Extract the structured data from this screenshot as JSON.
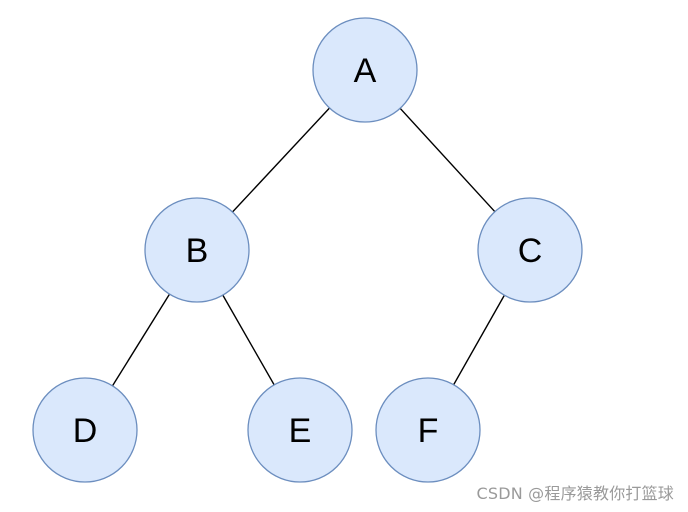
{
  "tree": {
    "nodes": [
      {
        "id": "A",
        "label": "A"
      },
      {
        "id": "B",
        "label": "B"
      },
      {
        "id": "C",
        "label": "C"
      },
      {
        "id": "D",
        "label": "D"
      },
      {
        "id": "E",
        "label": "E"
      },
      {
        "id": "F",
        "label": "F"
      }
    ],
    "edges": [
      {
        "from": "A",
        "to": "B"
      },
      {
        "from": "A",
        "to": "C"
      },
      {
        "from": "B",
        "to": "D"
      },
      {
        "from": "B",
        "to": "E"
      },
      {
        "from": "C",
        "to": "F"
      }
    ]
  },
  "colors": {
    "node_fill": "#dae8fc",
    "node_stroke": "#6c8ebf",
    "edge": "#000000",
    "watermark": "#9a9a9a"
  },
  "watermark": {
    "text": "CSDN @程序猿教你打篮球"
  }
}
